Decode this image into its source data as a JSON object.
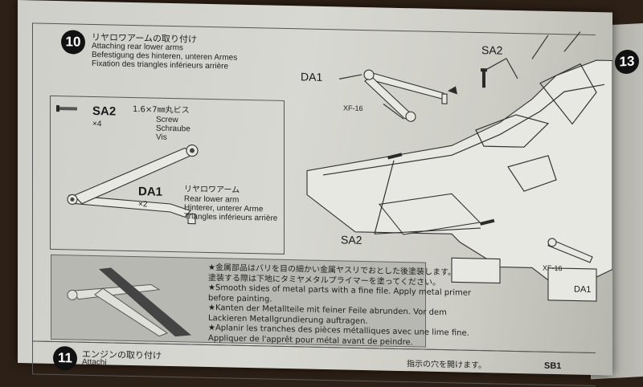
{
  "step10": {
    "number": "10",
    "title_jp": "リヤロワアームの取り付け",
    "title_en": "Attaching rear lower arms",
    "title_de": "Befestigung des hinteren, unteren Armes",
    "title_fr": "Fixation des triangles inférieurs arrière",
    "sa2_code": "SA2",
    "sa2_qty": "×4",
    "sa2_spec_jp": "1.6×7㎜丸ビス",
    "sa2_en": "Screw",
    "sa2_de": "Schraube",
    "sa2_fr": "Vis",
    "da1_code": "DA1",
    "da1_qty": "×2",
    "da1_jp": "リヤロワアーム",
    "da1_en": "Rear lower arm",
    "da1_de": "Hinterer, unterer Arme",
    "da1_fr": "Triangles inférieurs arrière"
  },
  "notes": [
    "★金属部品はバリを目の細かい金属ヤスリでおとした後塗装します。",
    "塗装する際は下地にタミヤメタルプライマーを塗ってください。",
    "★Smooth sides of metal parts with a fine file. Apply metal primer",
    "before painting.",
    "★Kanten der Metallteile mit feiner Feile abrunden. Vor dem",
    "Lackieren Metallgrundierung auftragen.",
    "★Aplanir les tranches des pièces métalliques avec une lime fine.",
    "Appliquer de l'apprêt pour métal avant de peindre."
  ],
  "diagram": {
    "da1_top": "DA1",
    "sa2_top": "SA2",
    "xf16_top": "XF-16",
    "sa2_bottom": "SA2",
    "xf16_bottom": "XF-16",
    "da1_bottom": "DA1"
  },
  "step11": {
    "number": "11",
    "title_jp": "エンジンの取り付け",
    "title_en_partial": "Attachi",
    "note_jp": "指示の穴を開けます。",
    "sb1_code": "SB1"
  },
  "step13": {
    "number": "13"
  }
}
